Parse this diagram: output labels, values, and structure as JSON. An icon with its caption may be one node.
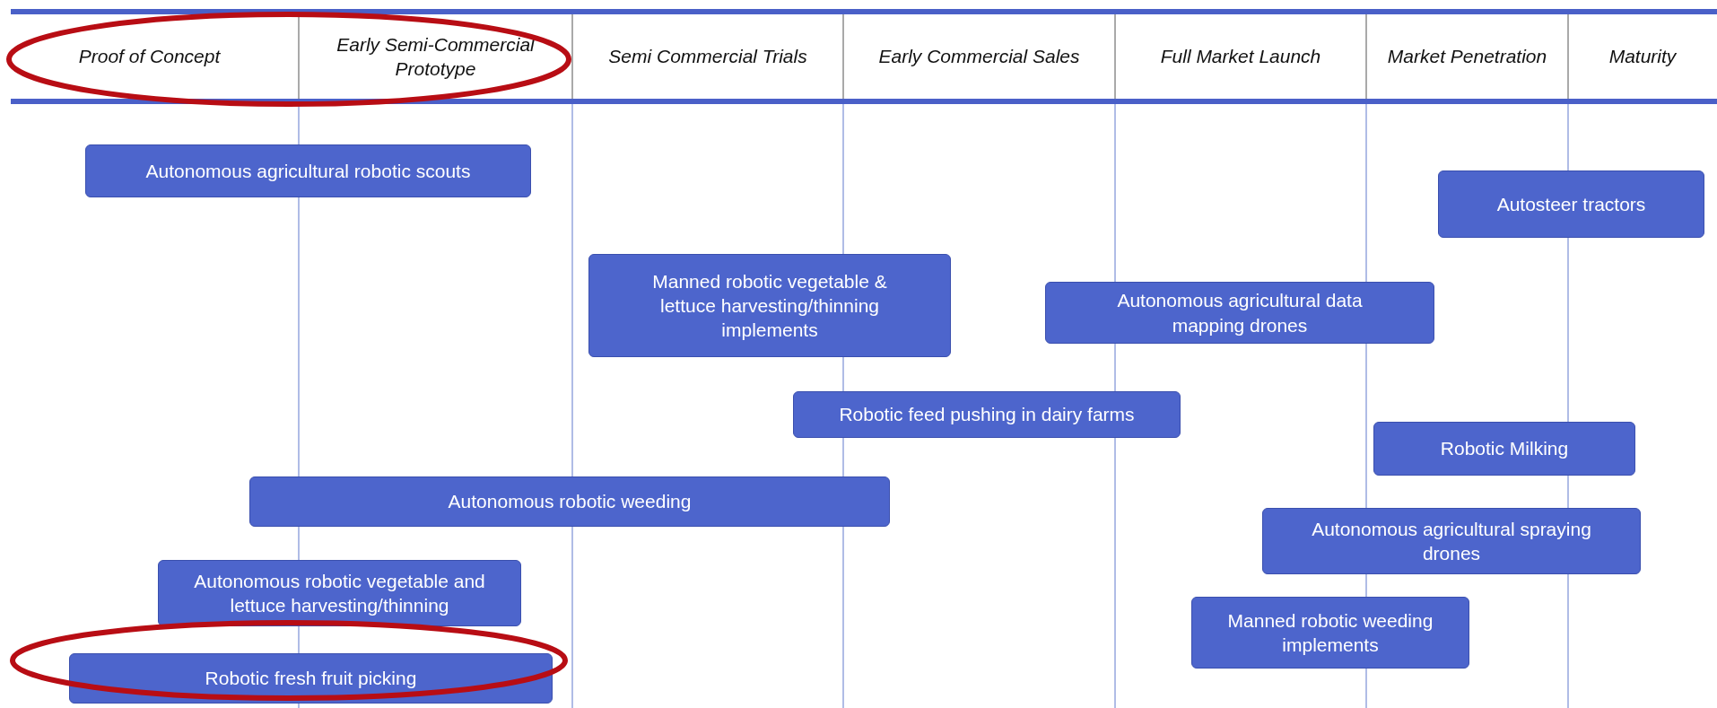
{
  "diagram": {
    "nodes": [
      {
        "text": [
          "Autonomous agricultural robotic scouts"
        ]
      },
      {
        "text": [
          "Autosteer tractors"
        ]
      },
      {
        "text": [
          "Manned robotic vegetable & lettuce harvesting/thinning implements"
        ]
      },
      {
        "text": [
          "Autonomous agricultural data mapping drones"
        ]
      },
      {
        "text": [
          "Robotic feed pushing in dairy farms"
        ]
      },
      {
        "text": [
          "Robotic Milking"
        ]
      },
      {
        "text": [
          "Autonomous robotic weeding"
        ]
      },
      {
        "text": [
          "Autonomous agricultural spraying drones"
        ]
      },
      {
        "text": [
          "Autonomous robotic vegetable and lettuce harvesting/thinning"
        ]
      },
      {
        "text": [
          "Manned robotic weeding implements"
        ]
      },
      {
        "text": [
          "Robotic fresh fruit picking"
        ]
      }
    ],
    "labels": [
      "Proof of Concept",
      "Early Semi-Commercial Prototype",
      "Semi Commercial Trials",
      "Early Commercial Sales",
      "Full Market Launch",
      "Market Penetration",
      "Maturity"
    ]
  }
}
